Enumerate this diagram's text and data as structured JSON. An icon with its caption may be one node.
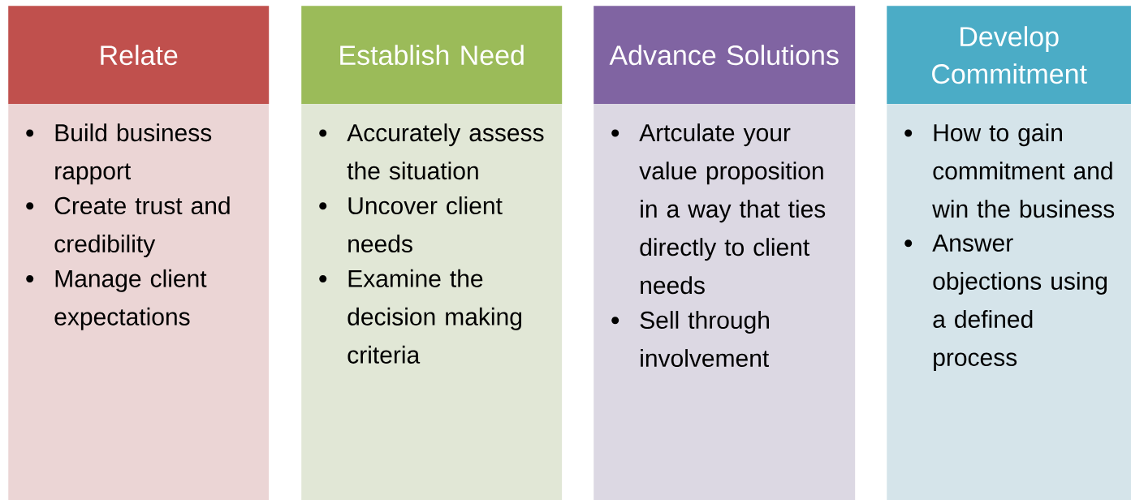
{
  "diagram": {
    "nodes": [
      {
        "text": [
          "Relate"
        ]
      },
      {
        "text": [
          "Build business rapport",
          "Create trust and credibility",
          "Manage client expectations"
        ]
      },
      {
        "text": [
          "Establish Need"
        ]
      },
      {
        "text": [
          "Accurately assess the situation",
          "Uncover client needs",
          "Examine the decision making criteria"
        ]
      },
      {
        "text": [
          "Advance Solutions"
        ]
      },
      {
        "text": [
          "Artculate your value proposition in a way that ties directly to client needs",
          "Sell through involvement"
        ]
      },
      {
        "text": [
          "Develop Commitment"
        ]
      },
      {
        "text": [
          "How to gain commitment and win the business",
          "Answer objections using a defined process"
        ]
      }
    ]
  }
}
